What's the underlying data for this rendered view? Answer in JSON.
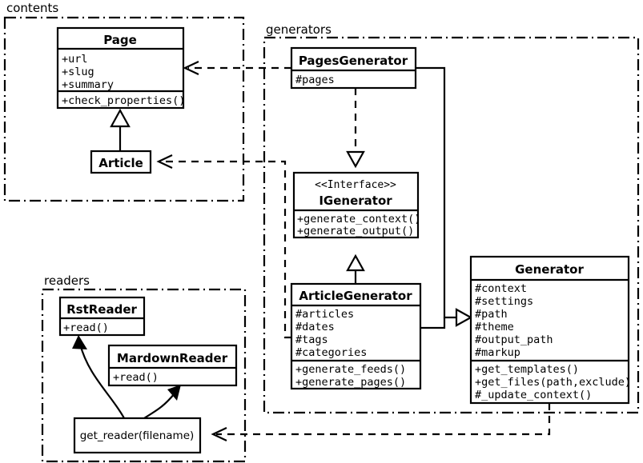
{
  "diagram": {
    "title": "UML class diagram",
    "background_color": "#ffffff",
    "line_color": "#000000"
  },
  "packages": [
    {
      "id": "contents",
      "label": "contents"
    },
    {
      "id": "generators",
      "label": "generators"
    },
    {
      "id": "readers",
      "label": "readers"
    }
  ],
  "classes": {
    "page": {
      "name": "Page",
      "stereotype": "",
      "attributes": [
        "+url",
        "+slug",
        "+summary"
      ],
      "methods": [
        "+check_properties()"
      ]
    },
    "article": {
      "name": "Article",
      "stereotype": "",
      "attributes": [],
      "methods": []
    },
    "pages_generator": {
      "name": "PagesGenerator",
      "stereotype": "",
      "attributes": [
        "#pages"
      ],
      "methods": []
    },
    "igenerator": {
      "name": "IGenerator",
      "stereotype": "<<Interface>>",
      "attributes": [],
      "methods": [
        "+generate_context()",
        "+generate_output()"
      ]
    },
    "article_generator": {
      "name": "ArticleGenerator",
      "stereotype": "",
      "attributes": [
        "#articles",
        "#dates",
        "#tags",
        "#categories"
      ],
      "methods": [
        "+generate_feeds()",
        "+generate_pages()"
      ]
    },
    "generator": {
      "name": "Generator",
      "stereotype": "",
      "attributes": [
        "#context",
        "#settings",
        "#path",
        "#theme",
        "#output_path",
        "#markup"
      ],
      "methods": [
        "+get_templates()",
        "+get_files(path,exclude)",
        "#_update_context()"
      ]
    },
    "rst_reader": {
      "name": "RstReader",
      "stereotype": "",
      "attributes": [],
      "methods": [
        "+read()"
      ]
    },
    "mardown_reader": {
      "name": "MardownReader",
      "stereotype": "",
      "attributes": [],
      "methods": [
        "+read()"
      ]
    }
  },
  "functions": {
    "get_reader": {
      "label": "get_reader(filename)"
    }
  },
  "relationships": [
    {
      "from": "Article",
      "to": "Page",
      "type": "generalization"
    },
    {
      "from": "PagesGenerator",
      "to": "Page",
      "type": "dependency"
    },
    {
      "from": "PagesGenerator",
      "to": "IGenerator",
      "type": "realization"
    },
    {
      "from": "PagesGenerator",
      "to": "Generator",
      "type": "generalization"
    },
    {
      "from": "ArticleGenerator",
      "to": "IGenerator",
      "type": "realization"
    },
    {
      "from": "ArticleGenerator",
      "to": "Generator",
      "type": "generalization"
    },
    {
      "from": "ArticleGenerator",
      "to": "Article",
      "type": "dependency"
    },
    {
      "from": "Generator",
      "to": "get_reader",
      "type": "dependency"
    },
    {
      "from": "get_reader",
      "to": "RstReader",
      "type": "association"
    },
    {
      "from": "get_reader",
      "to": "MardownReader",
      "type": "association"
    }
  ]
}
